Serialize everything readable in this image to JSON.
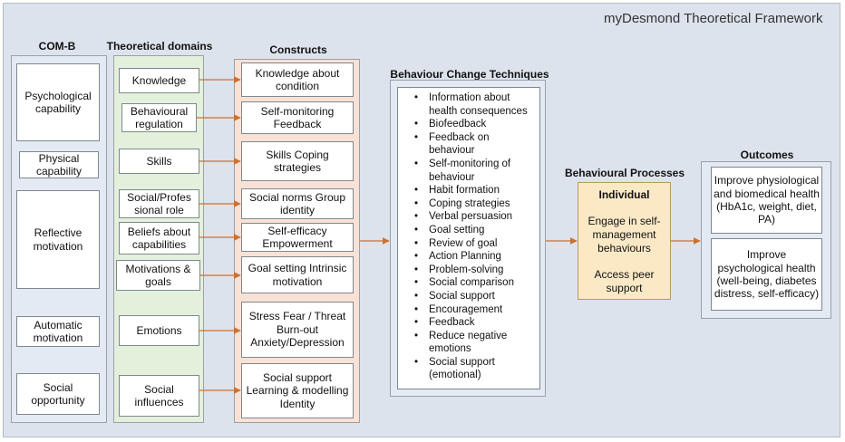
{
  "title": "myDesmond Theoretical Framework",
  "headers": {
    "comb": "COM-B",
    "domains": "Theoretical domains",
    "constructs": "Constructs",
    "bct": "Behaviour Change Techniques",
    "processes": "Behavioural Processes",
    "outcomes": "Outcomes"
  },
  "comb": [
    "Psychological capability",
    "Physical capability",
    "Reflective motivation",
    "Automatic motivation",
    "Social opportunity"
  ],
  "domains": [
    "Knowledge",
    "Behavioural regulation",
    "Skills",
    "Social/Profes sional role",
    "Beliefs about capabilities",
    "Motivations & goals",
    "Emotions",
    "Social influences"
  ],
  "constructs": [
    "Knowledge about condition",
    "Self-monitoring Feedback",
    "Skills Coping strategies",
    "Social norms Group identity",
    "Self-efficacy Empowerment",
    "Goal setting Intrinsic motivation",
    "Stress Fear / Threat Burn-out Anxiety/Depression",
    "Social support Learning & modelling Identity"
  ],
  "bct_items": [
    "Information about health consequences",
    "Biofeedback",
    "Feedback on behaviour",
    "Self-monitoring of behaviour",
    "Habit formation",
    "Coping strategies",
    "Verbal persuasion",
    "Goal setting",
    "Review of goal",
    "Action Planning",
    "Problem-solving",
    "Social comparison",
    "Social support",
    "Encouragement",
    "Feedback",
    "Reduce negative emotions",
    "Social support (emotional)"
  ],
  "process": {
    "heading": "Individual",
    "items": [
      "Engage in self-management behaviours",
      "Access peer support"
    ]
  },
  "outcomes": [
    "Improve physiological and biomedical health (HbA1c, weight, diet, PA)",
    "Improve psychological health (well-being, diabetes distress, self-efficacy)"
  ],
  "colors": {
    "background": "#dde3ec",
    "comb_column": "#e4eaf3",
    "domains_column": "#e3f1dc",
    "constructs_column": "#f9e2d5",
    "process_box": "#fbe9c6",
    "arrow": "#d0702e"
  }
}
